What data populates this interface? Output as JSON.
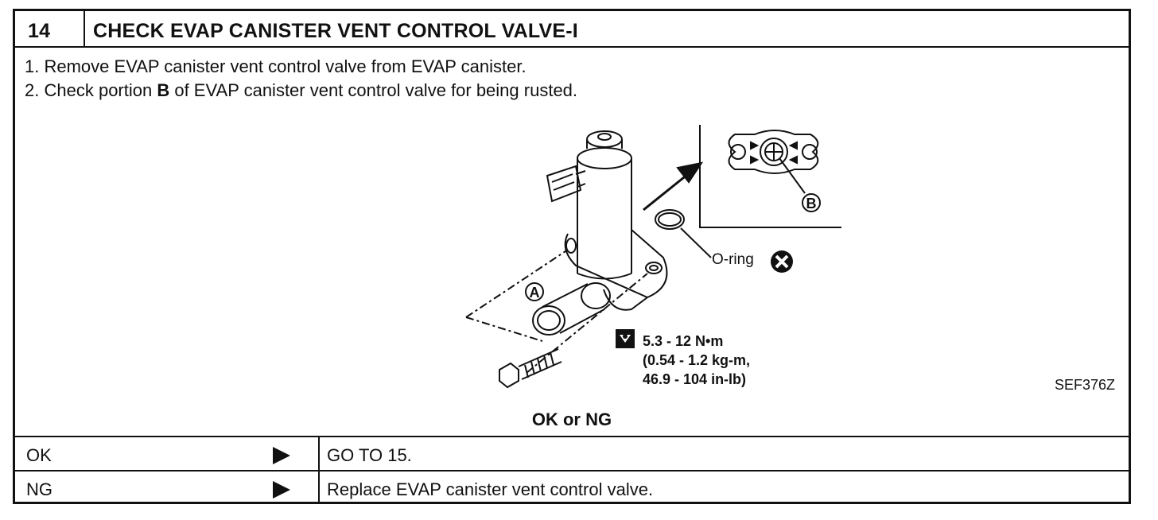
{
  "header": {
    "step_number": "14",
    "title": "CHECK EVAP CANISTER VENT CONTROL VALVE-I"
  },
  "instructions": [
    {
      "num": "1.",
      "text": "Remove EVAP canister vent control valve from EVAP canister."
    },
    {
      "num": "2.",
      "pre": "Check portion ",
      "bold": "B",
      "post": " of EVAP canister vent control valve for being rusted."
    }
  ],
  "figure": {
    "label_a": "A",
    "label_b": "B",
    "oring_label": "O-ring",
    "torque_line1": "5.3 - 12 N•m",
    "torque_line2": "(0.54 - 1.2 kg-m,",
    "torque_line3": "46.9 - 104 in-lb)",
    "figure_code": "SEF376Z"
  },
  "decision_label": "OK or NG",
  "results": [
    {
      "condition": "OK",
      "action": "GO TO 15."
    },
    {
      "condition": "NG",
      "action": "Replace EVAP canister vent control valve."
    }
  ]
}
